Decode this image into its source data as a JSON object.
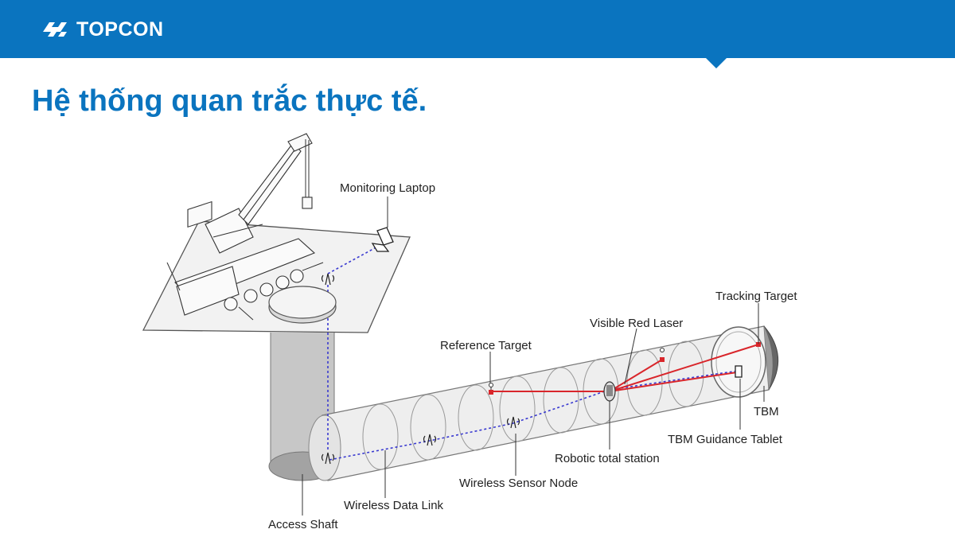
{
  "header": {
    "logo_text": "TOPCON",
    "brand_color": "#0a74bf"
  },
  "title": "Hệ thống quan trắc thực tế.",
  "diagram": {
    "labels": {
      "monitoring_laptop": "Monitoring Laptop",
      "tracking_target": "Tracking Target",
      "visible_red_laser": "Visible Red Laser",
      "reference_target": "Reference Target",
      "tbm": "TBM",
      "tbm_guidance_tablet": "TBM Guidance Tablet",
      "robotic_total_station": "Robotic total station",
      "wireless_sensor_node": "Wireless Sensor Node",
      "wireless_data_link": "Wireless Data Link",
      "access_shaft": "Access Shaft"
    },
    "colors": {
      "laser": "#d9262b",
      "data_link": "#3a3ad0",
      "structure": "#555555"
    }
  }
}
